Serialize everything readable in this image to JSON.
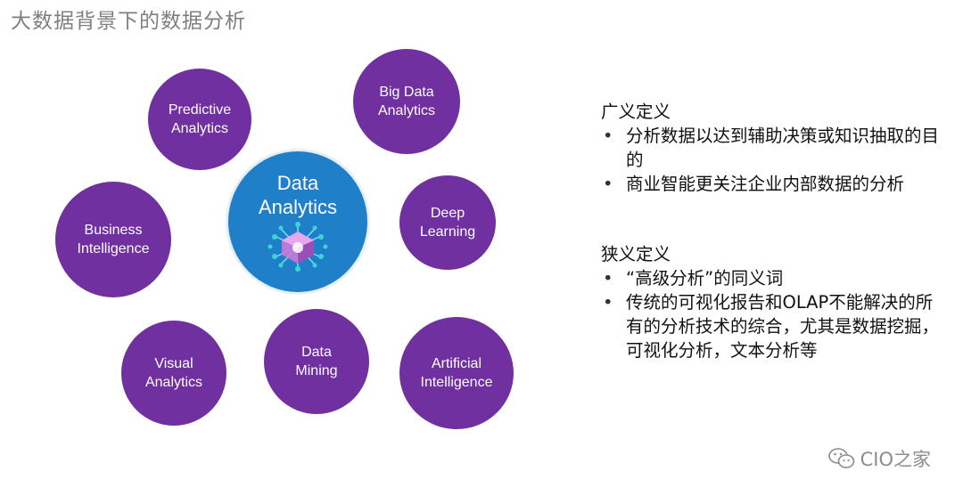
{
  "title": "大数据背景下的数据分析",
  "diagram": {
    "center": {
      "label": "Data\nAnalytics"
    },
    "bubbles": [
      {
        "id": "predictive",
        "label": "Predictive\nAnalytics"
      },
      {
        "id": "bigdata",
        "label": "Big Data\nAnalytics"
      },
      {
        "id": "business",
        "label": "Business\nIntelligence"
      },
      {
        "id": "deep",
        "label": "Deep\nLearning"
      },
      {
        "id": "visual",
        "label": "Visual\nAnalytics"
      },
      {
        "id": "mining",
        "label": "Data\nMining"
      },
      {
        "id": "ai",
        "label": "Artificial\nIntelligence"
      }
    ],
    "colors": {
      "bubble": "#7030a0",
      "center": "#1f7fc8"
    }
  },
  "panel": {
    "broad": {
      "heading": "广义定义",
      "bullets": [
        "分析数据以达到辅助决策或知识抽取的目的",
        "商业智能更关注企业内部数据的分析"
      ]
    },
    "narrow": {
      "heading": "狭义定义",
      "bullets": [
        "“高级分析”的同义词",
        "传统的可视化报告和OLAP不能解决的所有的分析技术的综合，尤其是数据挖掘，可视化分析，文本分析等"
      ]
    }
  },
  "watermark": {
    "icon": "wechat-icon",
    "text": "CIO之家"
  }
}
